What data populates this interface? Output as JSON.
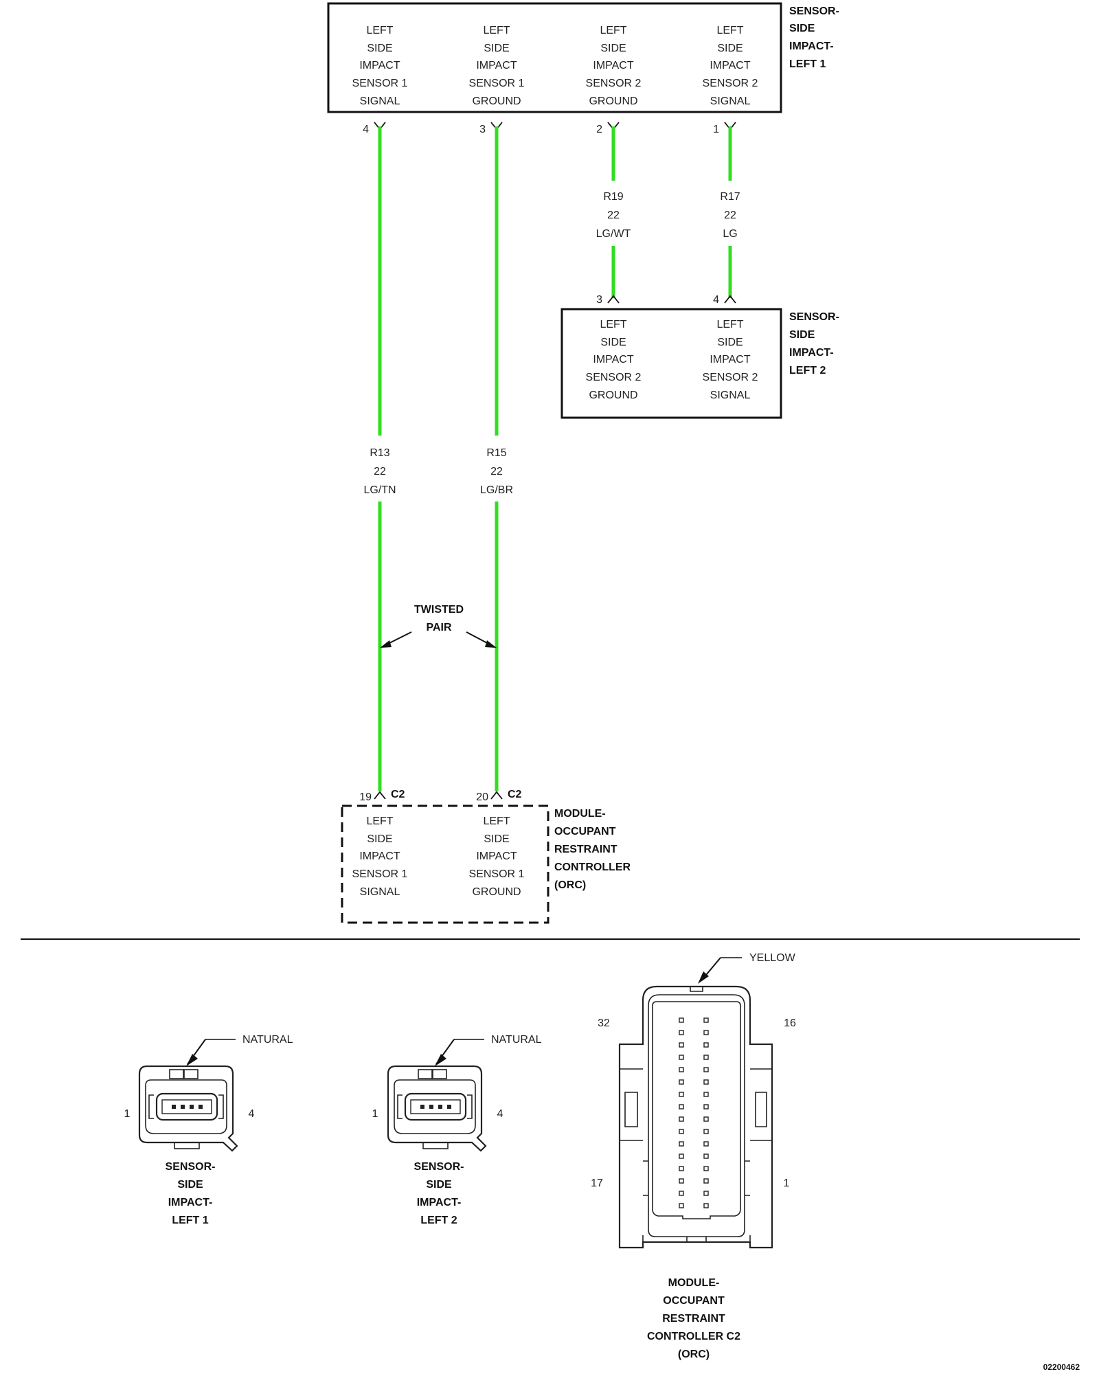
{
  "sensor_left1": {
    "title": [
      "SENSOR-",
      "SIDE",
      "IMPACT-",
      "LEFT 1"
    ],
    "cells": [
      [
        "LEFT",
        "SIDE",
        "IMPACT",
        "SENSOR 1",
        "SIGNAL"
      ],
      [
        "LEFT",
        "SIDE",
        "IMPACT",
        "SENSOR 1",
        "GROUND"
      ],
      [
        "LEFT",
        "SIDE",
        "IMPACT",
        "SENSOR 2",
        "GROUND"
      ],
      [
        "LEFT",
        "SIDE",
        "IMPACT",
        "SENSOR 2",
        "SIGNAL"
      ]
    ],
    "pins": [
      "4",
      "3",
      "2",
      "1"
    ]
  },
  "sensor_left2": {
    "title": [
      "SENSOR-",
      "SIDE",
      "IMPACT-",
      "LEFT 2"
    ],
    "cells": [
      [
        "LEFT",
        "SIDE",
        "IMPACT",
        "SENSOR 2",
        "GROUND"
      ],
      [
        "LEFT",
        "SIDE",
        "IMPACT",
        "SENSOR 2",
        "SIGNAL"
      ]
    ],
    "pins": [
      "3",
      "4"
    ]
  },
  "wires": {
    "r19": [
      "R19",
      "22",
      "LG/WT"
    ],
    "r17": [
      "R17",
      "22",
      "LG"
    ],
    "r13": [
      "R13",
      "22",
      "LG/TN"
    ],
    "r15": [
      "R15",
      "22",
      "LG/BR"
    ]
  },
  "twisted_pair": [
    "TWISTED",
    "PAIR"
  ],
  "orc": {
    "title": [
      "MODULE-",
      "OCCUPANT",
      "RESTRAINT",
      "CONTROLLER",
      "(ORC)"
    ],
    "cells": [
      [
        "LEFT",
        "SIDE",
        "IMPACT",
        "SENSOR 1",
        "SIGNAL"
      ],
      [
        "LEFT",
        "SIDE",
        "IMPACT",
        "SENSOR 1",
        "GROUND"
      ]
    ],
    "pins": [
      "19",
      "20"
    ],
    "connector_tag": "C2"
  },
  "connector_views": {
    "left1": {
      "color": "NATURAL",
      "pin_left": "1",
      "pin_right": "4",
      "caption": [
        "SENSOR-",
        "SIDE",
        "IMPACT-",
        "LEFT 1"
      ]
    },
    "left2": {
      "color": "NATURAL",
      "pin_left": "1",
      "pin_right": "4",
      "caption": [
        "SENSOR-",
        "SIDE",
        "IMPACT-",
        "LEFT 2"
      ]
    },
    "orc_c2": {
      "color": "YELLOW",
      "pin_top_left": "32",
      "pin_top_right": "16",
      "pin_bottom_left": "17",
      "pin_bottom_right": "1",
      "caption": [
        "MODULE-",
        "OCCUPANT",
        "RESTRAINT",
        "CONTROLLER C2",
        "(ORC)"
      ]
    }
  },
  "figure_id": "02200462",
  "colors": {
    "wire": "#33dd22",
    "line": "#111111"
  }
}
